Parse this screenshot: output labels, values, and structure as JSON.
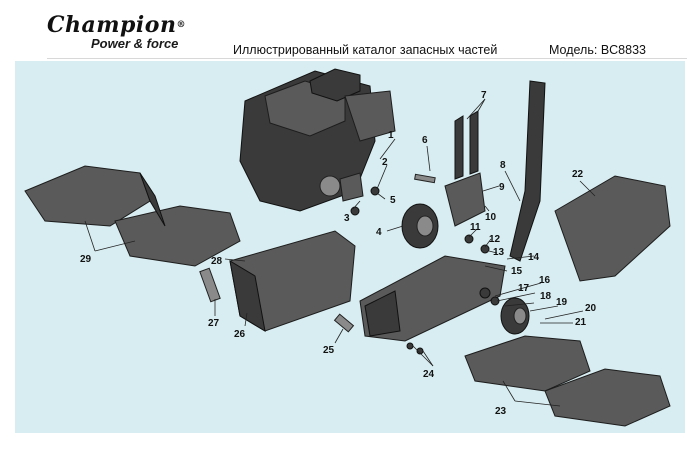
{
  "header": {
    "logo_main": "Champion",
    "logo_reg": "®",
    "logo_sub": "Power & force",
    "title": "Иллюстрированный каталог запасных частей",
    "model": "Модель: BC8833"
  },
  "callouts": [
    "1",
    "2",
    "3",
    "4",
    "5",
    "6",
    "7",
    "8",
    "9",
    "10",
    "11",
    "12",
    "13",
    "14",
    "15",
    "16",
    "17",
    "18",
    "19",
    "20",
    "21",
    "22",
    "23",
    "24",
    "25",
    "26",
    "27",
    "28",
    "29"
  ],
  "colors": {
    "background": "#d8edf1",
    "part": "#5a5a5a",
    "outline": "#1d1d1d"
  }
}
